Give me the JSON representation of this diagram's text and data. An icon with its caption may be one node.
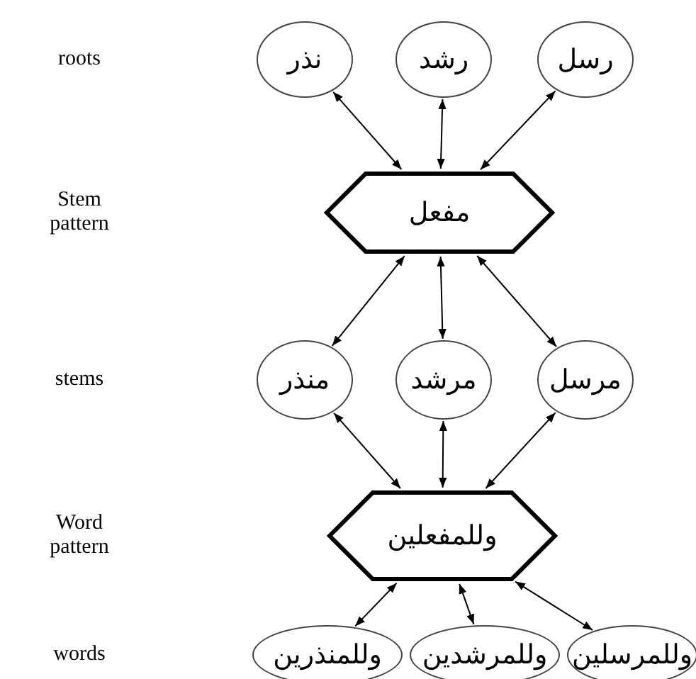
{
  "diagram": {
    "nodes": [
      {
        "text": [
          "نذر"
        ]
      },
      {
        "text": [
          "رشد"
        ]
      },
      {
        "text": [
          "رسل"
        ]
      },
      {
        "text": [
          "مفعل"
        ]
      },
      {
        "text": [
          "منذر"
        ]
      },
      {
        "text": [
          "مرشد"
        ]
      },
      {
        "text": [
          "مرسل"
        ]
      },
      {
        "text": [
          "وللمفعلين"
        ]
      },
      {
        "text": [
          "وللمنذرين"
        ]
      },
      {
        "text": [
          "وللمرشدين"
        ]
      },
      {
        "text": [
          "وللمرسلين"
        ]
      }
    ],
    "edges": [
      {
        "from": 0,
        "to": 3,
        "arrow": "both"
      },
      {
        "from": 1,
        "to": 3,
        "arrow": "both"
      },
      {
        "from": 2,
        "to": 3,
        "arrow": "both"
      },
      {
        "from": 3,
        "to": 4,
        "arrow": "both"
      },
      {
        "from": 3,
        "to": 5,
        "arrow": "both"
      },
      {
        "from": 3,
        "to": 6,
        "arrow": "both"
      },
      {
        "from": 4,
        "to": 7,
        "arrow": "both"
      },
      {
        "from": 5,
        "to": 7,
        "arrow": "both"
      },
      {
        "from": 6,
        "to": 7,
        "arrow": "both"
      },
      {
        "from": 7,
        "to": 8,
        "arrow": "both"
      },
      {
        "from": 7,
        "to": 9,
        "arrow": "both"
      },
      {
        "from": 7,
        "to": 10,
        "arrow": "both"
      }
    ],
    "labels": [
      "roots",
      "Stem pattern",
      "stems",
      "Word pattern",
      "words"
    ]
  }
}
